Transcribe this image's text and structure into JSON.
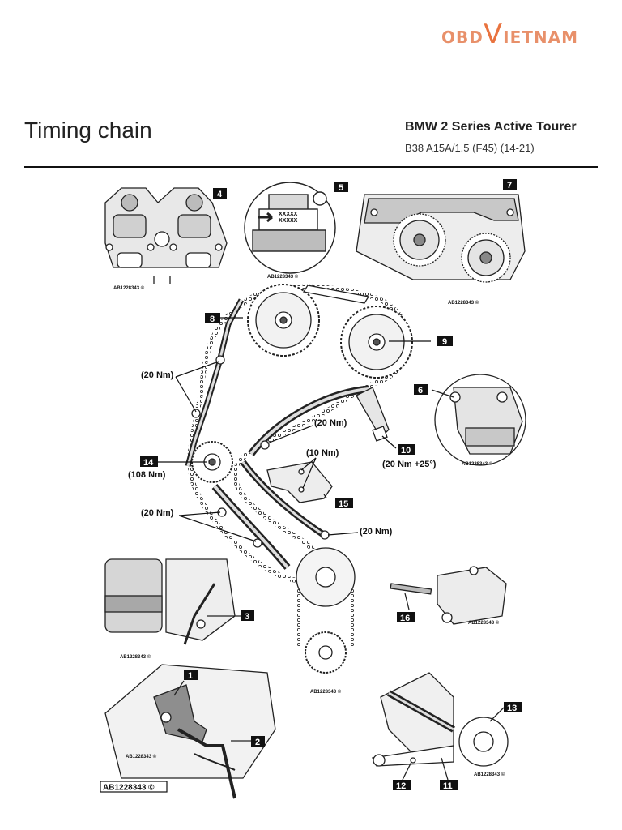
{
  "brand": {
    "logo_prefix": "OBD",
    "logo_v": "V",
    "logo_suffix": "IETNAM"
  },
  "header": {
    "title": "Timing chain",
    "model": "BMW 2 Series Active Tourer",
    "engine": "B38 A15A/1.5 (F45) (14-21)"
  },
  "diagram": {
    "callouts": [
      "1",
      "2",
      "3",
      "4",
      "5",
      "6",
      "7",
      "8",
      "9",
      "10",
      "11",
      "12",
      "13",
      "14",
      "15",
      "16"
    ],
    "torques": {
      "t_guides_top": "(20 Nm)",
      "t_guide_mid": "(20 Nm)",
      "t_15": "(10 Nm)",
      "t_10": "(20 Nm +25°)",
      "t_14": "(108 Nm)",
      "t_guides_bottom": "(20 Nm)",
      "t_guide_right": "(20 Nm)"
    },
    "image_code": "AB1228343 ©",
    "image_code_boxed": "AB1228343 ©",
    "mark_text": "XXXXX"
  }
}
